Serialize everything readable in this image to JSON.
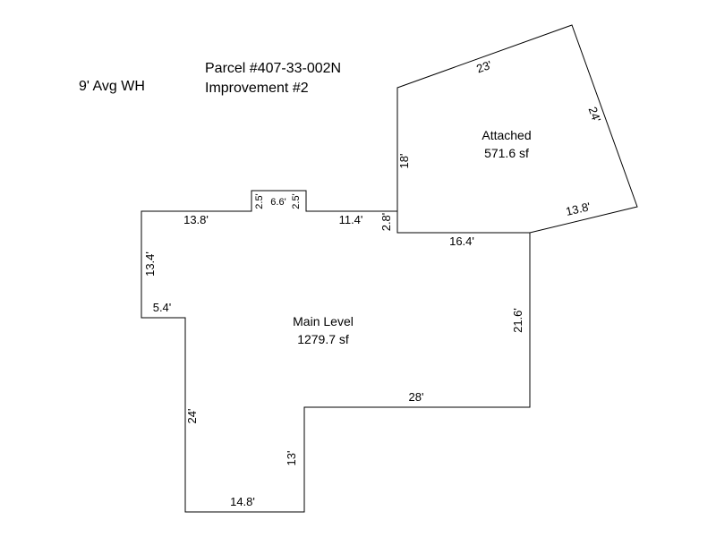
{
  "header": {
    "wall_height": "9' Avg WH",
    "parcel": "Parcel #407-33-002N",
    "improvement": "Improvement #2"
  },
  "areas": {
    "attached": {
      "name": "Attached",
      "area": "571.6 sf"
    },
    "main_level": {
      "name": "Main Level",
      "area": "1279.7 sf"
    }
  },
  "dimensions": {
    "attached_top": "23'",
    "attached_right": "24'",
    "attached_left": "18'",
    "attached_lower_right": "13.8'",
    "shared_wall": "16.4'",
    "main_top_left": "13.8'",
    "main_left_upper": "13.4'",
    "main_step_left": "5.4'",
    "main_left_lower": "24'",
    "main_bottom": "14.8'",
    "main_inner_vertical": "13'",
    "main_inner_horizontal": "28'",
    "main_right": "21.6'",
    "main_top_right": "11.4'",
    "main_jog": "2.8'",
    "bump_left": "2.5'",
    "bump_top": "6.6'",
    "bump_right": "2.5'"
  },
  "colors": {
    "line": "#000000",
    "background": "#ffffff"
  }
}
